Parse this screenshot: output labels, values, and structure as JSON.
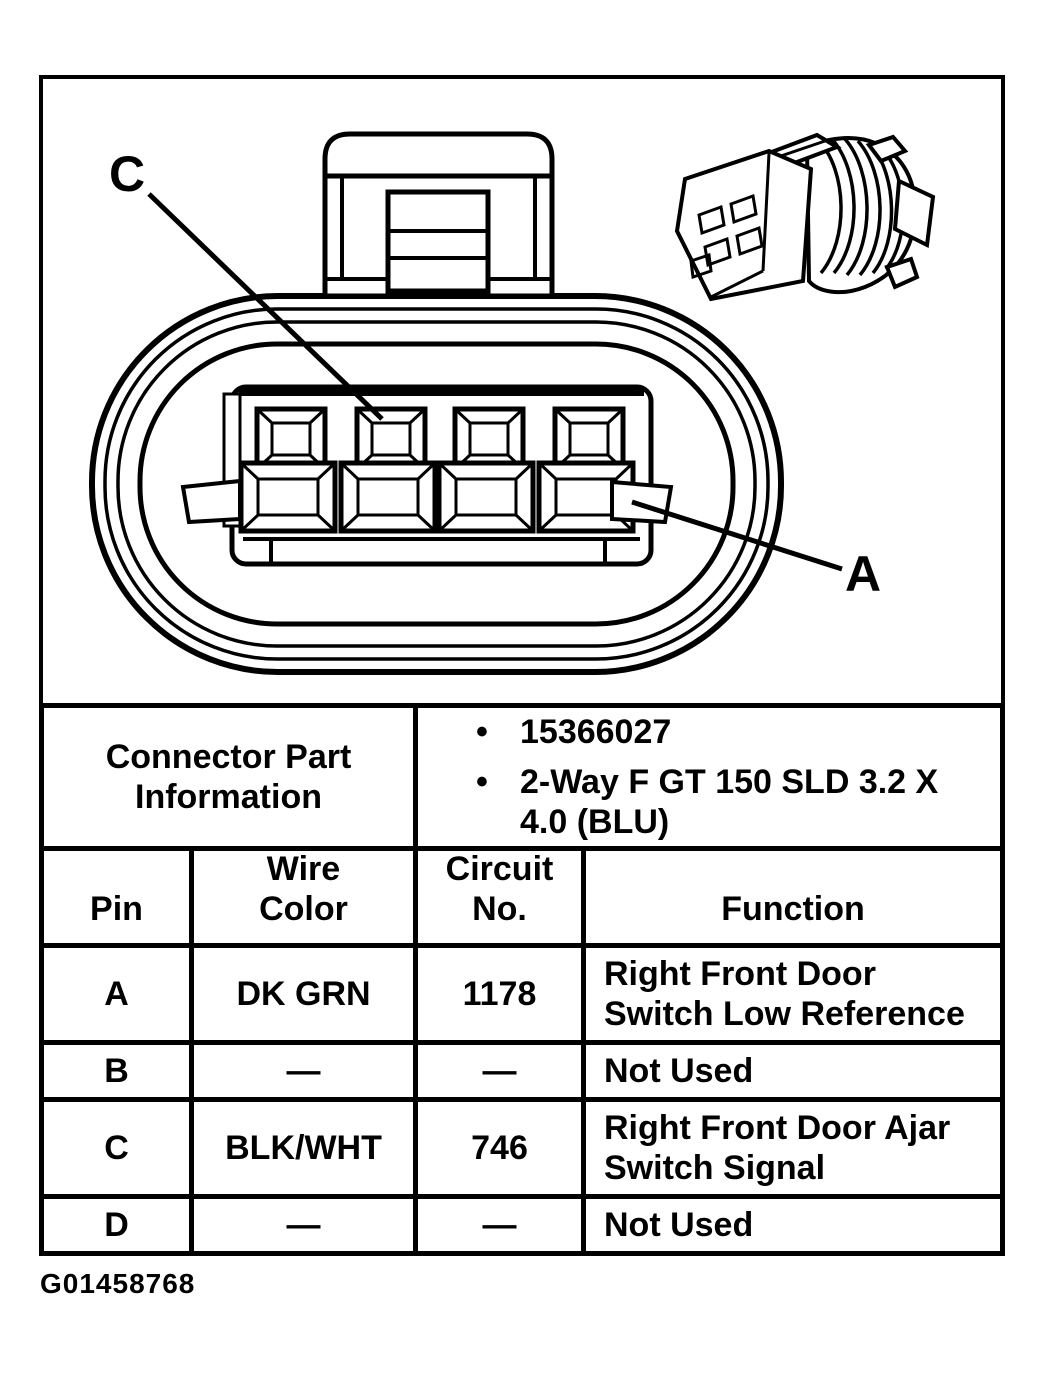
{
  "page": {
    "background": "#ffffff",
    "ink_color": "#000000",
    "caption": "G01458768"
  },
  "diagram": {
    "pin_label_c": "C",
    "pin_label_a": "A"
  },
  "part_info": {
    "title": "Connector Part Information",
    "bullet": "•",
    "items": [
      "15366027",
      "2-Way F GT 150 SLD 3.2 X 4.0 (BLU)"
    ]
  },
  "pin_table": {
    "headers": {
      "pin": "Pin",
      "wire_color": [
        "Wire",
        "Color"
      ],
      "circuit_no": [
        "Circuit",
        "No."
      ],
      "function": "Function"
    },
    "rows": [
      {
        "pin": "A",
        "wire_color": "DK GRN",
        "circuit_no": "1178",
        "function": "Right Front Door Switch Low Reference"
      },
      {
        "pin": "B",
        "wire_color": "—",
        "circuit_no": "—",
        "function": "Not Used"
      },
      {
        "pin": "C",
        "wire_color": "BLK/WHT",
        "circuit_no": "746",
        "function": "Right Front Door Ajar Switch Signal"
      },
      {
        "pin": "D",
        "wire_color": "—",
        "circuit_no": "—",
        "function": "Not Used"
      }
    ]
  }
}
